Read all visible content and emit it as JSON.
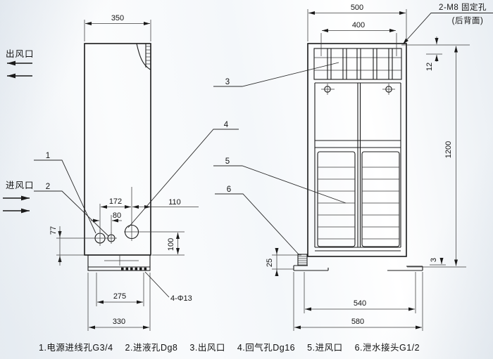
{
  "left_view": {
    "air_outlet_label": "出风口",
    "air_inlet_label": "进风口",
    "dims": {
      "width": "350",
      "hole_span": "172",
      "hole_offset": "80",
      "return_offset": "110",
      "power_hole_height": "77",
      "return_hole_height": "100",
      "base_hole_span": "275",
      "base_width": "330"
    },
    "bolt_note": "4-Φ13"
  },
  "right_view": {
    "dims": {
      "width": "500",
      "grille_width": "400",
      "hole_top_offset": "12",
      "height": "1200",
      "drain_height": "25",
      "foot_plate_thickness": "3",
      "foot_hole_span": "540",
      "foot_width": "580"
    },
    "fixing_note": {
      "line1": "2-M8 固定孔",
      "line2": "(后背面)"
    }
  },
  "callouts": {
    "c1": "1",
    "c2": "2",
    "c3": "3",
    "c4": "4",
    "c5": "5",
    "c6": "6"
  },
  "legend": {
    "items": [
      "1.电源进线孔G3/4",
      "2.进液孔Dg8",
      "3.出风口",
      "4.回气孔Dg16",
      "5.进风口",
      "6.泄水接头G1/2"
    ]
  },
  "colors": {
    "line": "#1a1a1a",
    "background_tint": "#e9eef3"
  }
}
